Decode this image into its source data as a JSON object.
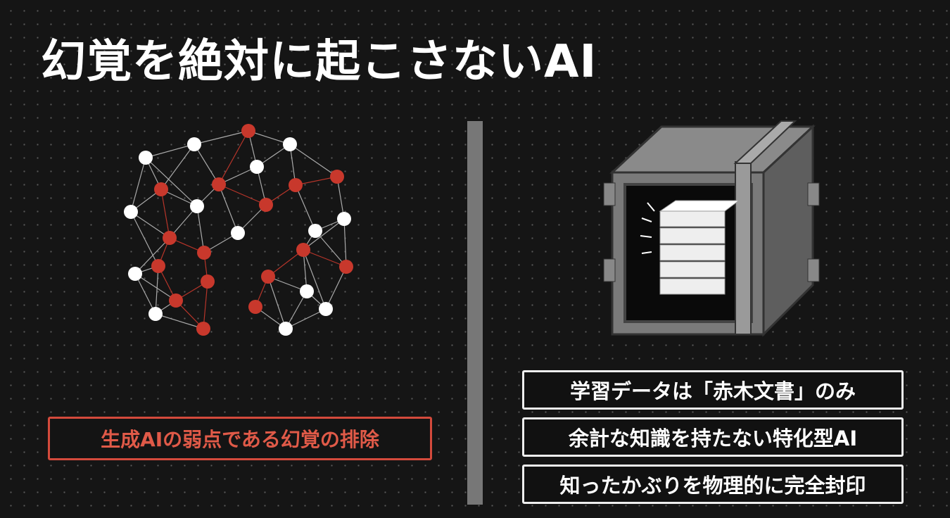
{
  "title": "幻覚を絶対に起こさないAI",
  "left": {
    "caption": "生成AIの弱点である幻覚の排除",
    "icon": "neural-network-icon"
  },
  "right": {
    "icon": "sealed-vault-icon",
    "points": [
      "学習データは「赤木文書」のみ",
      "余計な知識を持たない特化型AI",
      "知ったかぶりを物理的に完全封印"
    ]
  },
  "colors": {
    "background": "#151515",
    "accent_red": "#c8382c",
    "text": "#ffffff",
    "divider": "#777777"
  }
}
